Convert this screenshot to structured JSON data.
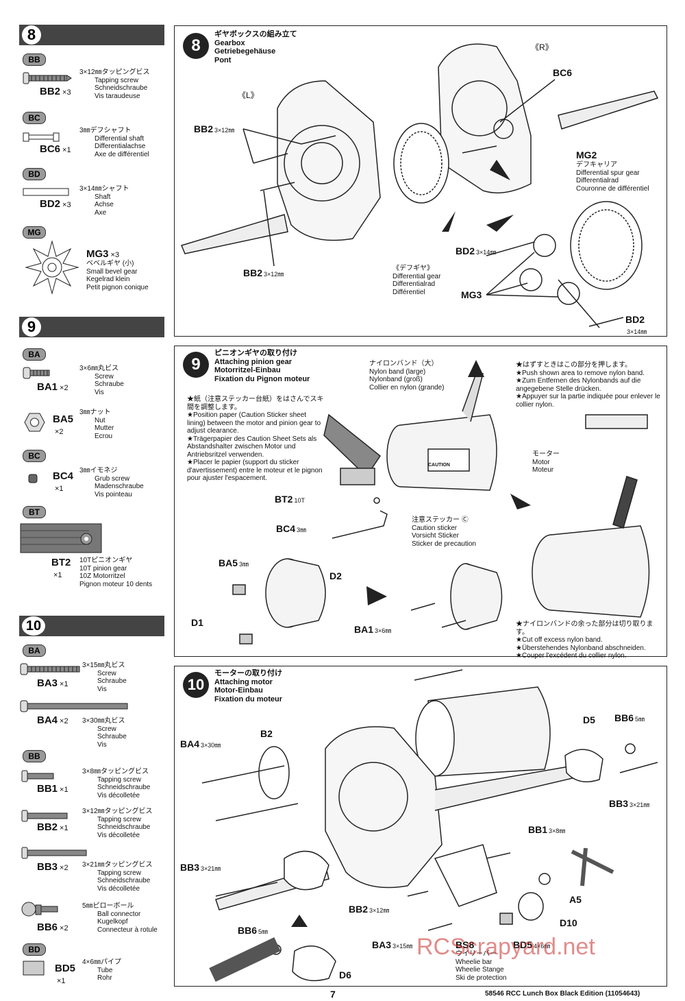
{
  "left_column": {
    "step8": {
      "num": "8"
    },
    "bag_bb_8": "BB",
    "bb2": {
      "code": "BB2",
      "qty": "×3",
      "jp": "3×12㎜タッピングビス",
      "en": "Tapping screw",
      "de": "Schneidschraube",
      "fr": "Vis taraudeuse"
    },
    "bag_bc_8": "BC",
    "bc6": {
      "code": "BC6",
      "qty": "×1",
      "jp": "3㎜デフシャフト",
      "en": "Differential shaft",
      "de": "Differentialachse",
      "fr": "Axe de différentiel"
    },
    "bag_bd_8": "BD",
    "bd2": {
      "code": "BD2",
      "qty": "×3",
      "jp": "3×14㎜シャフト",
      "en": "Shaft",
      "de": "Achse",
      "fr": "Axe"
    },
    "bag_mg": "MG",
    "mg3": {
      "code": "MG3",
      "qty": "×3",
      "jp": "ベベルギヤ (小)",
      "en": "Small bevel gear",
      "de": "Kegelrad klein",
      "fr": "Petit pignon conique"
    },
    "step9": {
      "num": "9"
    },
    "bag_ba_9": "BA",
    "ba1": {
      "code": "BA1",
      "qty": "×2",
      "jp": "3×6㎜丸ビス",
      "en": "Screw",
      "de": "Schraube",
      "fr": "Vis"
    },
    "ba5": {
      "code": "BA5",
      "qty": "×2",
      "jp": "3㎜ナット",
      "en": "Nut",
      "de": "Mutter",
      "fr": "Ecrou"
    },
    "bag_bc_9": "BC",
    "bc4": {
      "code": "BC4",
      "qty": "×1",
      "jp": "3㎜イモネジ",
      "en": "Grub screw",
      "de": "Madenschraube",
      "fr": "Vis pointeau"
    },
    "bag_bt": "BT",
    "bt2": {
      "code": "BT2",
      "qty": "×1",
      "jp": "10Tピニオンギヤ",
      "en": "10T pinion gear",
      "de": "10Z Motorritzel",
      "fr": "Pignon moteur 10 dents"
    },
    "step10": {
      "num": "10"
    },
    "bag_ba_10": "BA",
    "ba3": {
      "code": "BA3",
      "qty": "×1",
      "jp": "3×15㎜丸ビス",
      "en": "Screw",
      "de": "Schraube",
      "fr": "Vis"
    },
    "ba4": {
      "code": "BA4",
      "qty": "×2",
      "jp": "3×30㎜丸ビス",
      "en": "Screw",
      "de": "Schraube",
      "fr": "Vis"
    },
    "bag_bb_10": "BB",
    "bb1": {
      "code": "BB1",
      "qty": "×1",
      "jp": "3×8㎜タッピングビス",
      "en": "Tapping screw",
      "de": "Schneidschraube",
      "fr": "Vis décolletée"
    },
    "bb2b": {
      "code": "BB2",
      "qty": "×1",
      "jp": "3×12㎜タッピングビス",
      "en": "Tapping screw",
      "de": "Schneidschraube",
      "fr": "Vis décolletée"
    },
    "bb3": {
      "code": "BB3",
      "qty": "×2",
      "jp": "3×21㎜タッピングビス",
      "en": "Tapping screw",
      "de": "Schneidschraube",
      "fr": "Vis décolletée"
    },
    "bb6": {
      "code": "BB6",
      "qty": "×2",
      "jp": "5㎜ピローボール",
      "en": "Ball connector",
      "de": "Kugelkopf",
      "fr": "Connecteur à rotule"
    },
    "bag_bd_10": "BD",
    "bd5": {
      "code": "BD5",
      "qty": "×1",
      "jp": "4×6㎜パイプ",
      "en": "Tube",
      "de": "Rohr",
      "fr": ""
    }
  },
  "panel8": {
    "num": "8",
    "title_jp": "ギヤボックスの組み立て",
    "title_en": "Gearbox",
    "title_de": "Getriebegehäuse",
    "title_fr": "Pont",
    "label_r": "《R》",
    "label_l": "《L》",
    "bc6": "BC6",
    "bb2_top": "BB2",
    "bb2_top_size": "3×12㎜",
    "bb2_bottom": "BB2",
    "bb2_bottom_size": "3×12㎜",
    "mg2": "MG2",
    "mg2_jp": "デフキャリア",
    "mg2_en": "Differential spur gear",
    "mg2_de": "Differentialrad",
    "mg2_fr": "Couronne de différentiel",
    "bd2a": "BD2",
    "bd2a_size": "3×14㎜",
    "diff_jp": "《デフギヤ》",
    "diff_en": "Differential gear",
    "diff_de": "Differentialrad",
    "diff_fr": "Différentiel",
    "mg3": "MG3",
    "bd2b": "BD2",
    "bd2b_size": "3×14㎜"
  },
  "panel9": {
    "num": "9",
    "title_jp": "ピニオンギヤの取り付け",
    "title_en": "Attaching pinion gear",
    "title_de": "Motorritzel-Einbau",
    "title_fr": "Fixation du Pignon moteur",
    "note1": [
      "★紙（注意ステッカー台紙）をはさんでスキ間を調整します。",
      "★Position paper (Caution Sticker sheet lining) between the motor and pinion gear to adjust clearance.",
      "★Trägerpapier des Caution Sheet Sets als Abstandshalter zwischen Motor und Antriebsritzel verwenden.",
      "★Placer le papier (support du sticker d'avertissement) entre le moteur et le pignon pour ajuster l'espacement."
    ],
    "nylon": [
      "ナイロンバンド（大）",
      "Nylon band (large)",
      "Nylonband (groß)",
      "Collier en nylon (grande)"
    ],
    "note2": [
      "★はずすときはこの部分を押します。",
      "★Push shown area to remove nylon band.",
      "★Zum Entfernen des Nylonbands auf die angegebene Stelle drücken.",
      "★Appuyer sur la partie indiquée pour enlever le collier nylon."
    ],
    "motor": [
      "モーター",
      "Motor",
      "Moteur"
    ],
    "caution_sticker": "CAUTION",
    "caution": [
      "注意ステッカー Ⓒ",
      "Caution sticker",
      "Vorsicht Sticker",
      "Sticker de precaution"
    ],
    "bt2": "BT2",
    "bt2_size": "10T",
    "bc4": "BC4",
    "bc4_size": "3㎜",
    "ba5": "BA5",
    "ba5_size": "3㎜",
    "d2": "D2",
    "d1": "D1",
    "ba1": "BA1",
    "ba1_size": "3×6㎜",
    "note3": [
      "★ナイロンバンドの余った部分は切り取ります。",
      "★Cut off excess nylon band.",
      "★Überstehendes Nylonband abschneiden.",
      "★Couper l'excédent du collier nylon."
    ]
  },
  "panel10": {
    "num": "10",
    "title_jp": "モーターの取り付け",
    "title_en": "Attaching motor",
    "title_de": "Motor-Einbau",
    "title_fr": "Fixation du moteur",
    "ba4": "BA4",
    "ba4_size": "3×30㎜",
    "b2": "B2",
    "d5": "D5",
    "bb6a": "BB6",
    "bb6a_size": "5㎜",
    "bb3a": "BB3",
    "bb3a_size": "3×21㎜",
    "bb1": "BB1",
    "bb1_size": "3×8㎜",
    "bb3b": "BB3",
    "bb3b_size": "3×21㎜",
    "a5": "A5",
    "d10": "D10",
    "bb2": "BB2",
    "bb2_size": "3×12㎜",
    "bb6b": "BB6",
    "bb6b_size": "5㎜",
    "ba3": "BA3",
    "ba3_size": "3×15㎜",
    "bs8": "BS8",
    "bs8_jp": "ウイリーバー",
    "bs8_en": "Wheelie bar",
    "bs8_de": "Wheelie Stange",
    "bs8_fr": "Ski de protection",
    "bd5": "BD5",
    "bd5_size": "4×6㎜",
    "d6": "D6"
  },
  "footer": {
    "page": "7",
    "product": "58546  RCC Lunch Box Black Edition (11054643)"
  },
  "watermark": "RCScrapyard.net"
}
